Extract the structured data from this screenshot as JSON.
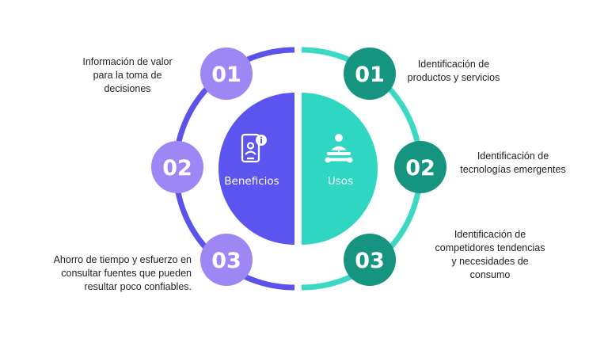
{
  "colors": {
    "purple_ring": "#5a52ea",
    "purple_fill": "#5b54ee",
    "purple_node": "#9c87f5",
    "teal_ring": "#3bd8c4",
    "teal_fill": "#2fd6c1",
    "teal_node": "#15957f"
  },
  "left": {
    "title": "Beneficios",
    "icon": "mobile-info-icon",
    "items": [
      {
        "number": "01",
        "text_lines": [
          "Información de valor",
          "para la toma de",
          "decisiones"
        ]
      },
      {
        "number": "02",
        "text_lines": []
      },
      {
        "number": "03",
        "text_lines": [
          "Ahorro de tiempo y esfuerzo en",
          "consultar fuentes que pueden",
          "resultar poco confiables."
        ]
      }
    ]
  },
  "right": {
    "title": "Usos",
    "icon": "person-tools-icon",
    "items": [
      {
        "number": "01",
        "text_lines": [
          "Identificación de",
          "productos y servicios"
        ]
      },
      {
        "number": "02",
        "text_lines": [
          "Identificación de",
          "tecnologías emergentes"
        ]
      },
      {
        "number": "03",
        "text_lines": [
          "Identificación de",
          "competidores tendencias",
          "y necesidades de",
          "consumo"
        ]
      }
    ]
  }
}
